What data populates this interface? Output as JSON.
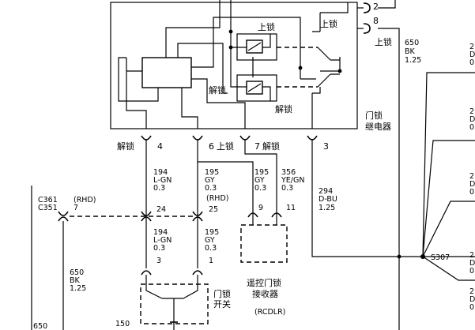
{
  "relay": {
    "lock_top": "上锁",
    "lock_right": "上锁",
    "unlock_mid": "解锁",
    "unlock_bottom": "解锁",
    "relay_name_1": "门锁",
    "relay_name_2": "继电器",
    "pin_2": "2",
    "pin_8": "8",
    "right_lock": "上锁"
  },
  "connector_labels": {
    "pin4_name": "解锁",
    "pin4_num": "4",
    "pin6_num": "6",
    "pin6_name": "上锁",
    "pin7_num": "7",
    "pin7_name": "解锁",
    "pin3_num": "3"
  },
  "wires": {
    "w194a": [
      "194",
      "L-GN",
      "0.3"
    ],
    "w195a": [
      "195",
      "GY",
      "0.3"
    ],
    "w195b": [
      "195",
      "GY",
      "0.3"
    ],
    "w356": [
      "356",
      "YE/GN",
      "0.3"
    ],
    "w294": [
      "294",
      "D-BU",
      "1.25"
    ],
    "w650r": [
      "650",
      "BK",
      "1.25"
    ],
    "w650l": [
      "650",
      "BK",
      "1.25"
    ],
    "w194b": [
      "194",
      "L-GN",
      "0.3"
    ],
    "w195c": [
      "195",
      "GY",
      "0.3"
    ],
    "w150": "150",
    "w650bottom": "650",
    "rhd_note": "(RHD)"
  },
  "mid_connector": {
    "c361": "C361",
    "c351": "C351",
    "rhd": "(RHD)",
    "pin7": "7",
    "pin24": "24",
    "pin25": "25"
  },
  "receiver": {
    "pin9": "9",
    "pin11": "11",
    "name_1": "遥控门锁",
    "name_2": "接收器",
    "code": "(RCDLR)"
  },
  "switch": {
    "pin3": "3",
    "pin1": "1",
    "name_1": "门锁",
    "name_2": "开关"
  },
  "splice": {
    "name": "S307"
  },
  "right_edge": {
    "d1": "D",
    "zero1": "0",
    "two2": "2",
    "d2": "D",
    "zero2": "0",
    "two3": "2",
    "d3": "D",
    "zero3": "0",
    "two4": "2",
    "d4": "D",
    "zero4": "0",
    "two5": "2",
    "d5": "D",
    "zero5": "0",
    "two1": "2"
  }
}
